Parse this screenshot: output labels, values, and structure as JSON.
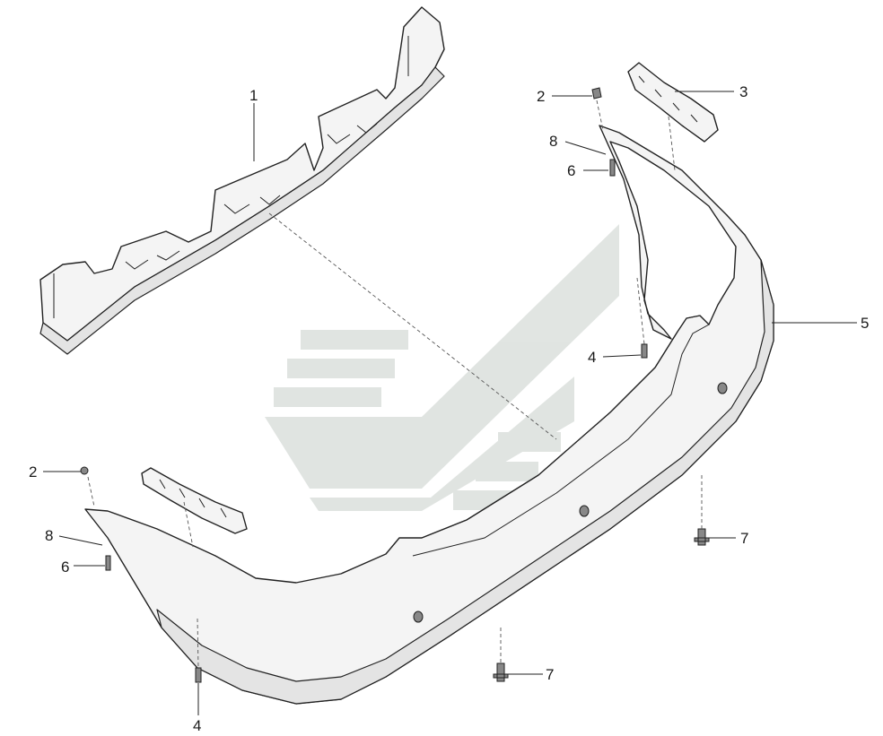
{
  "callouts": [
    {
      "id": "c1",
      "label": "1"
    },
    {
      "id": "c2a",
      "label": "2"
    },
    {
      "id": "c2b",
      "label": "2"
    },
    {
      "id": "c3",
      "label": "3"
    },
    {
      "id": "c4a",
      "label": "4"
    },
    {
      "id": "c4b",
      "label": "4"
    },
    {
      "id": "c5",
      "label": "5"
    },
    {
      "id": "c6a",
      "label": "6"
    },
    {
      "id": "c6b",
      "label": "6"
    },
    {
      "id": "c7a",
      "label": "7"
    },
    {
      "id": "c7b",
      "label": "7"
    },
    {
      "id": "c8a",
      "label": "8"
    },
    {
      "id": "c8b",
      "label": "8"
    }
  ],
  "colors": {
    "watermark": "#c8cfca",
    "line": "#222222",
    "part_fill": "#f4f4f4"
  },
  "icons": {
    "watermark": "manufacturer-logo-watermark"
  }
}
